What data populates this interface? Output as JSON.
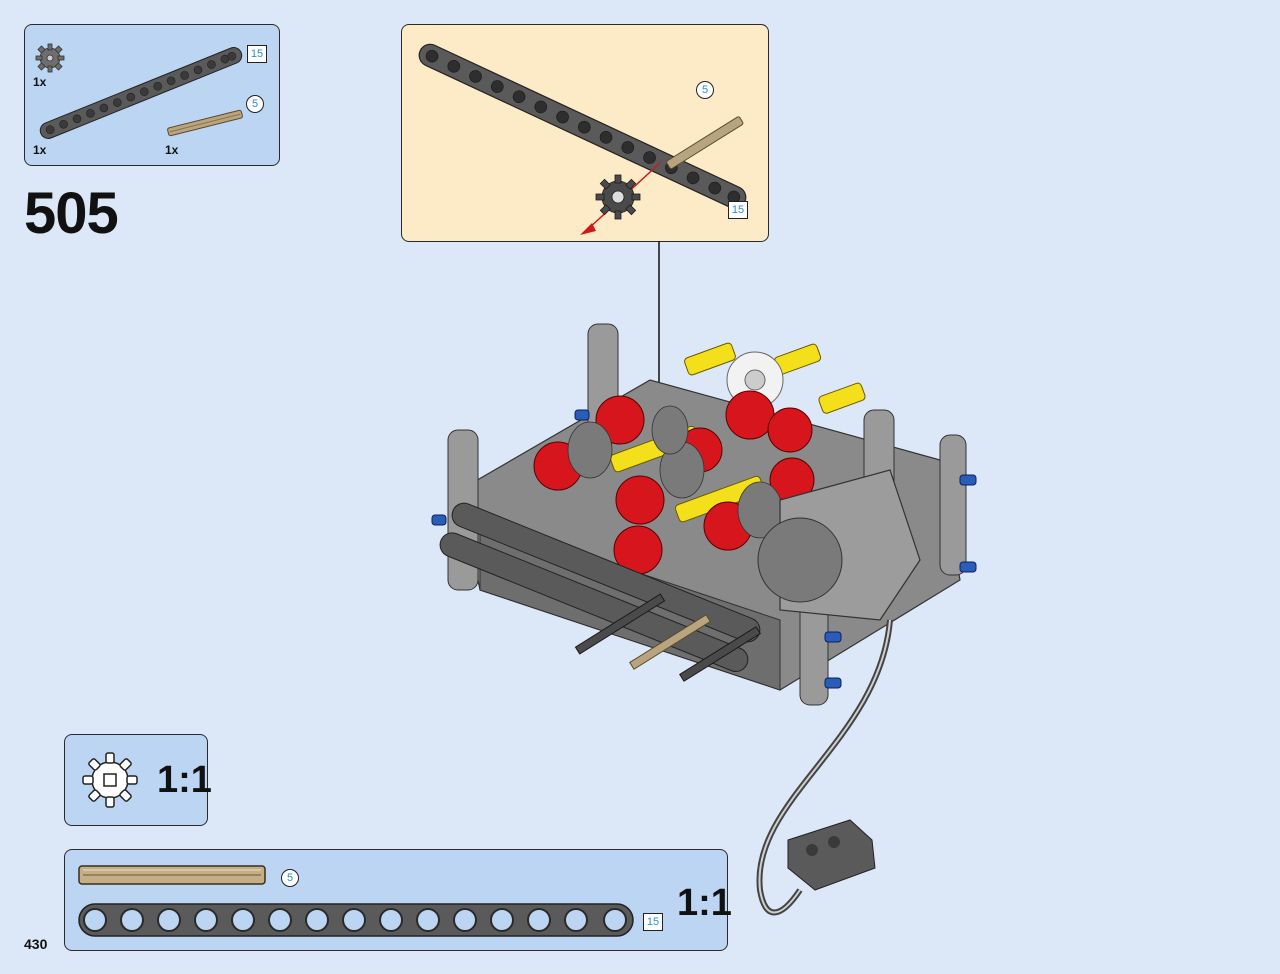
{
  "step": {
    "number": "505",
    "page_number": "430"
  },
  "parts_panel": {
    "items": [
      {
        "name": "gear-12-tooth-double-bevel",
        "quantity": "1x"
      },
      {
        "name": "beam-15",
        "quantity": "1x",
        "length": "15"
      },
      {
        "name": "axle-5",
        "quantity": "1x",
        "length": "5"
      }
    ]
  },
  "callout": {
    "beam_length": "15",
    "axle_length": "5"
  },
  "gear_scale_panel": {
    "ratio": "1:1"
  },
  "scale_panel": {
    "axle_length": "5",
    "beam_length": "15",
    "ratio": "1:1"
  },
  "colors": {
    "background": "#dce8f7",
    "panel": "#bcd5f2",
    "callout": "#fdebc8",
    "beam_dark": "#5a5a5a",
    "axle_tan": "#b8a47e",
    "gear_red": "#d6161c",
    "axle_yellow": "#f4e01a",
    "pin_blue": "#2a5db8",
    "length_label": "#2a8fd0"
  }
}
